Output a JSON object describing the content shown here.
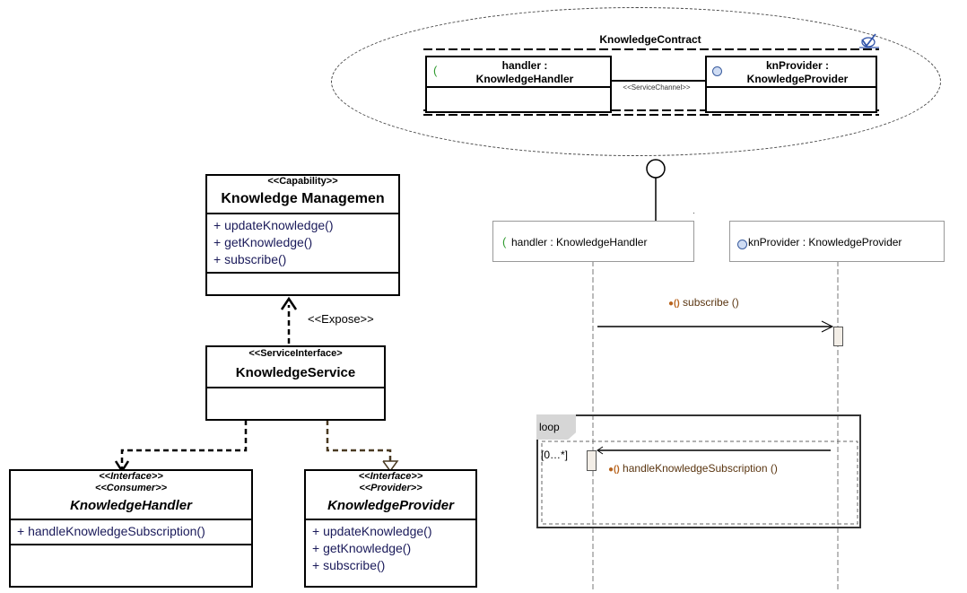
{
  "collaboration": {
    "title": "KnowledgeContract",
    "parts": [
      {
        "name_line1": "handler :",
        "name_line2": "KnowledgeHandler"
      },
      {
        "name_line1": "knProvider :",
        "name_line2": "KnowledgeProvider"
      }
    ],
    "connector_label": "<<ServiceChannel>>"
  },
  "capability": {
    "stereotype": "<<Capability>>",
    "name": "Knowledge Managemen",
    "operations": [
      "+ updateKnowledge()",
      "+ getKnowledge()",
      "+ subscribe()"
    ]
  },
  "expose_label": "<<Expose>>",
  "service_interface": {
    "stereotype": "<<ServiceInterface>",
    "name": "KnowledgeService"
  },
  "handler_interface": {
    "stereotype1": "<<Interface>>",
    "stereotype2": "<<Consumer>>",
    "name": "KnowledgeHandler",
    "operations": [
      "+ handleKnowledgeSubscription()"
    ]
  },
  "provider_interface": {
    "stereotype1": "<<Interface>>",
    "stereotype2": "<<Provider>>",
    "name": "KnowledgeProvider",
    "operations": [
      "+ updateKnowledge()",
      "+ getKnowledge()",
      "+ subscribe()"
    ]
  },
  "sequence": {
    "lifelines": [
      "handler : KnowledgeHandler",
      "knProvider : KnowledgeProvider"
    ],
    "messages": [
      "subscribe ()",
      "handleKnowledgeSubscription ()"
    ],
    "loop_label": "loop",
    "guard": "[0…*]"
  }
}
